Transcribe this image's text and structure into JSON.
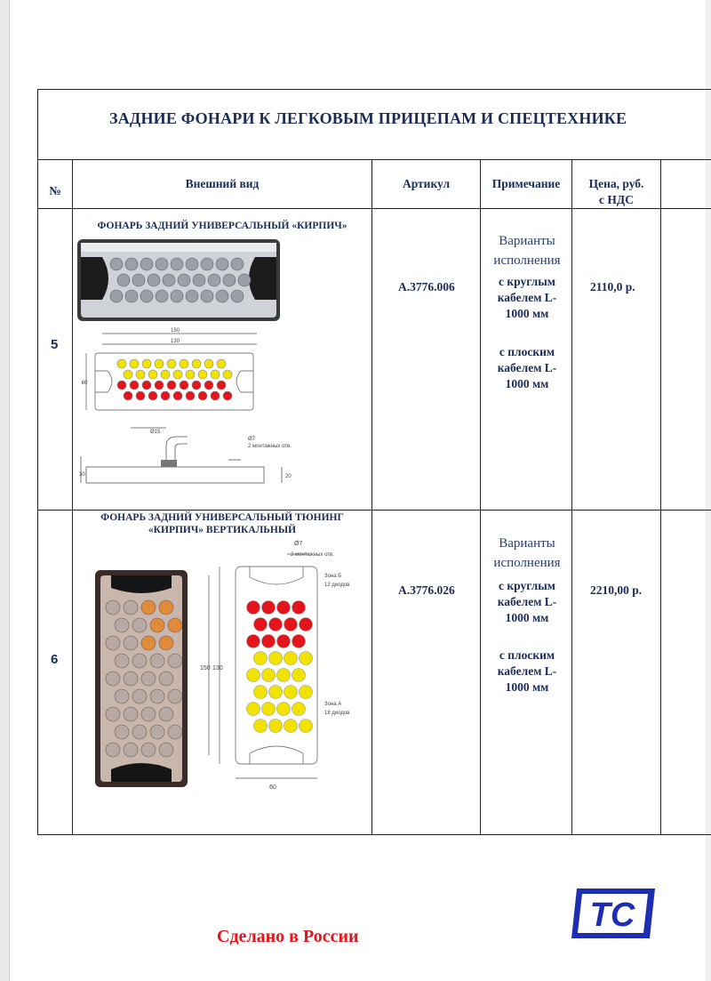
{
  "doc_title": "ЗАДНИЕ ФОНАРИ К ЛЕГКОВЫМ ПРИЦЕПАМ И СПЕЦТЕХНИКЕ",
  "headers": {
    "num": "№",
    "appearance": "Внешний вид",
    "article": "Артикул",
    "note": "Примечание",
    "price_line1": "Цена, руб.",
    "price_line2": "с НДС"
  },
  "rows": [
    {
      "num": "5",
      "name_line1": "ФОНАРЬ ЗАДНИЙ УНИВЕРСАЛЬНЫЙ «КИРПИЧ»",
      "name_line2": "",
      "article": "А.3776.006",
      "variants_line1": "Варианты",
      "variants_line2": "исполнения",
      "opt1": [
        "с круглым",
        "кабелем L-",
        "1000 мм"
      ],
      "opt2": [
        "с плоским",
        "кабелем L-",
        "1000 мм"
      ],
      "price": "2110,0 р.",
      "drawing": {
        "dim_150": "150",
        "dim_130": "130",
        "dim_60": "60",
        "dim_d15": "Ø15",
        "dim_d7": "Ø7",
        "holes_note": "2 монтажных отв.",
        "dim_30": "30",
        "dim_20": "20"
      }
    },
    {
      "num": "6",
      "name_line1": "ФОНАРЬ ЗАДНИЙ УНИВЕРСАЛЬНЫЙ ТЮНИНГ",
      "name_line2": "«КИРПИЧ» ВЕРТИКАЛЬНЫЙ",
      "article": "А.3776.026",
      "variants_line1": "Варианты",
      "variants_line2": "исполнения",
      "opt1": [
        "с круглым",
        "кабелем L-",
        "1000 мм"
      ],
      "opt2": [
        "с плоским",
        "кабелем L-",
        "1000 мм"
      ],
      "price": "2210,00 р.",
      "drawing": {
        "dim_d7": "Ø7",
        "holes_note": "2 монтажных отв.",
        "zone_b": "Зона Б",
        "zone_b_diodes": "12 диодов",
        "zone_a": "Зона А",
        "zone_a_diodes": "18 диодов",
        "dim_150": "150",
        "dim_130": "130",
        "dim_60": "60"
      }
    }
  ],
  "footer": {
    "made_in": "Сделано в России",
    "logo_text": "TC"
  },
  "colors": {
    "navy": "#1c2b55",
    "red": "#e8141c",
    "logo_blue": "#1d2fb0",
    "led_yellow": "#f2e200",
    "led_red": "#e3141c"
  }
}
